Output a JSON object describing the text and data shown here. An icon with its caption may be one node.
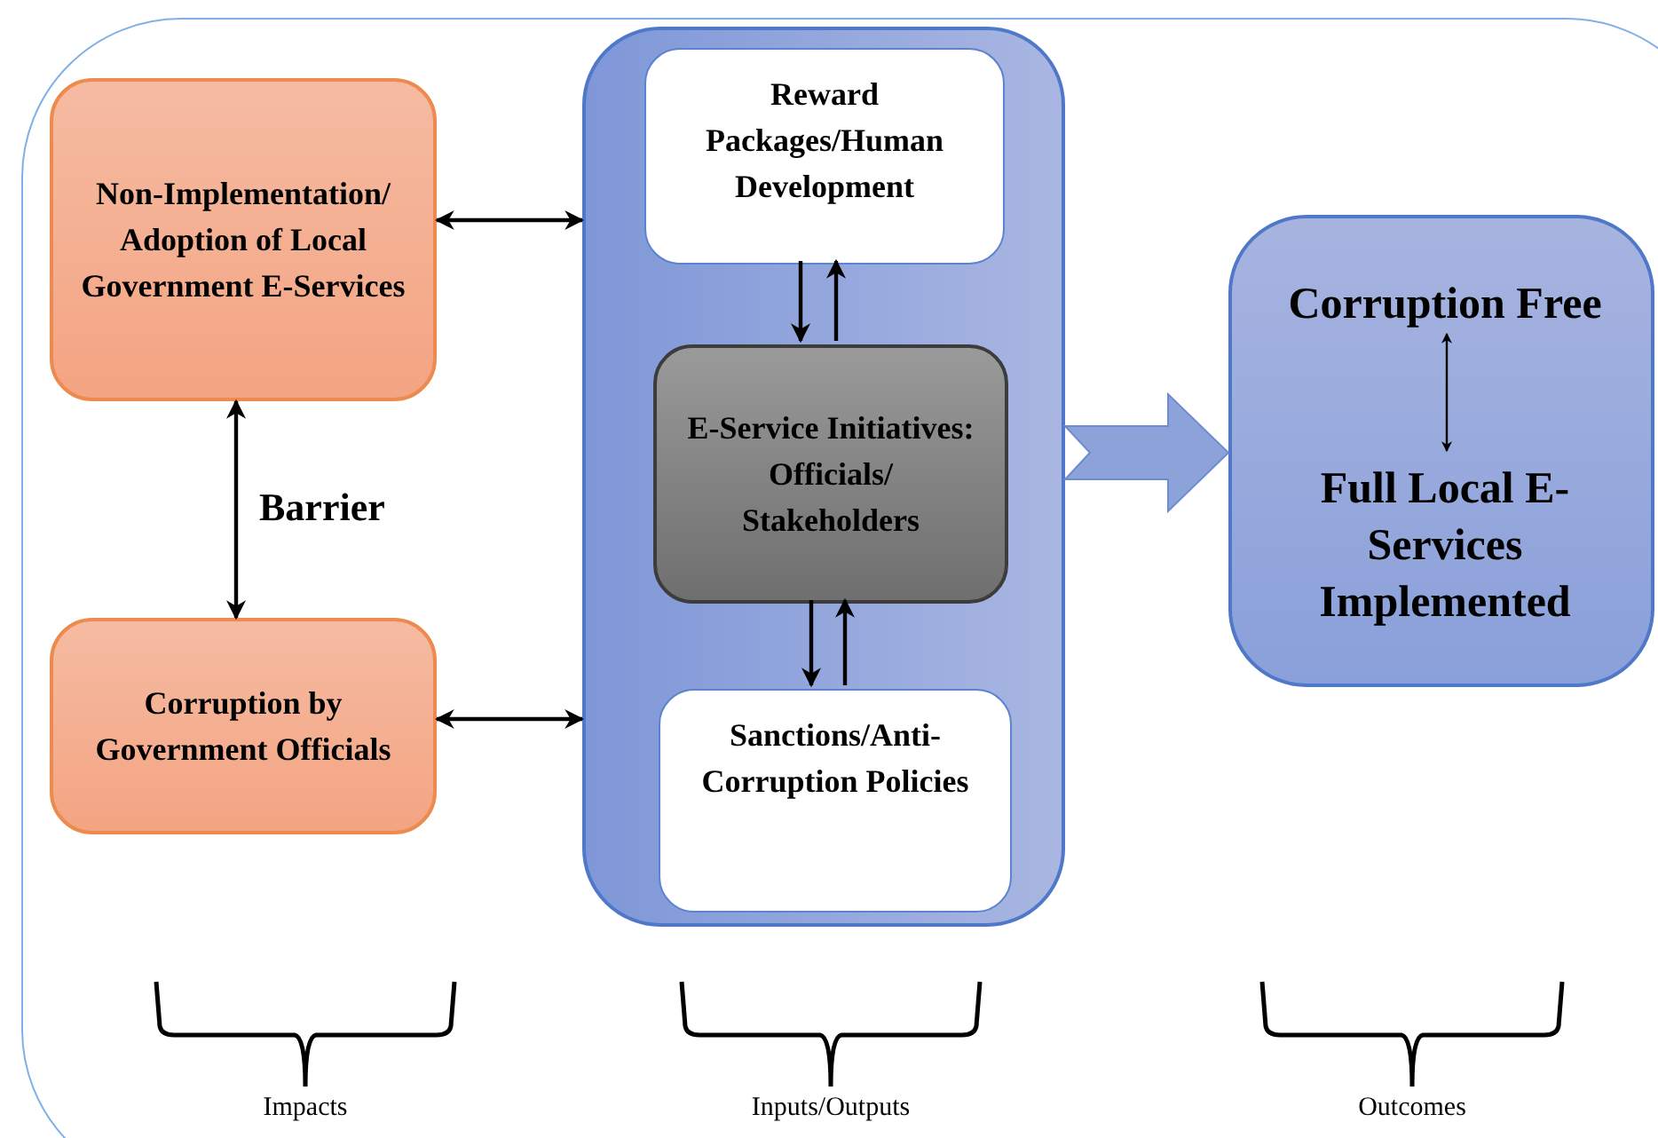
{
  "diagram": {
    "nodes": [
      {
        "text": [
          "Non-Implementation/ Adoption of Local Government E-Services"
        ]
      },
      {
        "text": [
          "Corruption by Government Officials"
        ]
      },
      {
        "text": [],
        "shape": "box"
      },
      {
        "text": [
          "Reward Packages/Human Development"
        ],
        "in": 2
      },
      {
        "text": [
          "E-Service Initiatives: Officials/ Stakeholders"
        ],
        "in": 2
      },
      {
        "text": [
          "Sanctions/Anti-Corruption Policies"
        ],
        "in": 2
      },
      {
        "text": [],
        "shape": "box"
      },
      {
        "text": [
          "Corruption Free"
        ],
        "in": 6
      },
      {
        "text": [
          "Full Local E-Services Implemented"
        ],
        "in": 6
      }
    ],
    "edges": [
      {
        "from": 0,
        "to": 2,
        "arrow": "both"
      },
      {
        "from": 1,
        "to": 2,
        "arrow": "both"
      },
      {
        "from": 0,
        "to": 1,
        "arrow": "both",
        "label": "Barrier"
      },
      {
        "from": 3,
        "to": 4,
        "arrow": "to"
      },
      {
        "from": 4,
        "to": 3,
        "arrow": "to"
      },
      {
        "from": 4,
        "to": 5,
        "arrow": "to"
      },
      {
        "from": 5,
        "to": 4,
        "arrow": "to"
      },
      {
        "from": 2,
        "to": 6,
        "arrow": "to",
        "style": "thick",
        "color": "#8ea2da"
      },
      {
        "from": 7,
        "to": 8,
        "arrow": "both"
      }
    ],
    "labels": [
      "Impacts",
      "Inputs/Outputs",
      "Outcomes"
    ]
  }
}
